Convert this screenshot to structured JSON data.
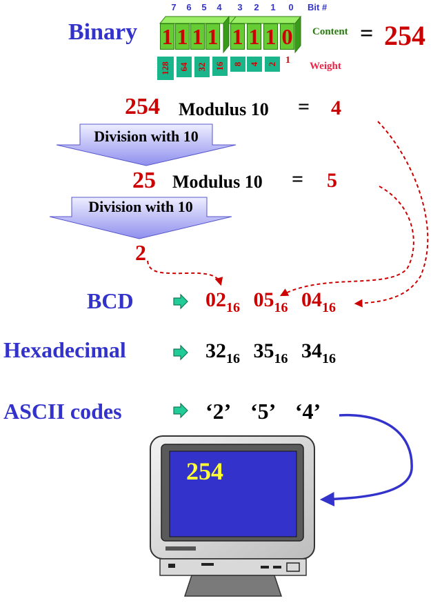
{
  "binary": {
    "label": "Binary",
    "bit_numbers": [
      "7",
      "6",
      "5",
      "4",
      "3",
      "2",
      "1",
      "0"
    ],
    "bit_header": "Bit #",
    "content_bits": [
      "1",
      "1",
      "1",
      "1",
      "1",
      "1",
      "1",
      "0"
    ],
    "content_label": "Content",
    "weights": [
      "128",
      "64",
      "32",
      "16",
      "8",
      "4",
      "2",
      "1"
    ],
    "weight_label": "Weight",
    "equals": "=",
    "result": "254"
  },
  "steps": [
    {
      "value": "254",
      "op": "Modulus 10",
      "eq": "=",
      "remainder": "4",
      "division_label": "Division with 10"
    },
    {
      "value": "25",
      "op": "Modulus 10",
      "eq": "=",
      "remainder": "5",
      "division_label": "Division with 10"
    },
    {
      "value": "2"
    }
  ],
  "rows": {
    "bcd": {
      "label": "BCD",
      "values": [
        "02",
        "05",
        "04"
      ],
      "base": "16"
    },
    "hex": {
      "label": "Hexadecimal",
      "values": [
        "32",
        "35",
        "34"
      ],
      "base": "16"
    },
    "ascii": {
      "label": "ASCII codes",
      "values": [
        "‘2’",
        "‘5’",
        "‘4’"
      ]
    }
  },
  "monitor": {
    "display": "254"
  },
  "colors": {
    "blue_label": "#3333cc",
    "red": "#cc0000",
    "cell_green": "#66cc33",
    "weight_teal": "#1bb58c",
    "screen": "#3333cc",
    "screen_text": "#ffff33"
  }
}
